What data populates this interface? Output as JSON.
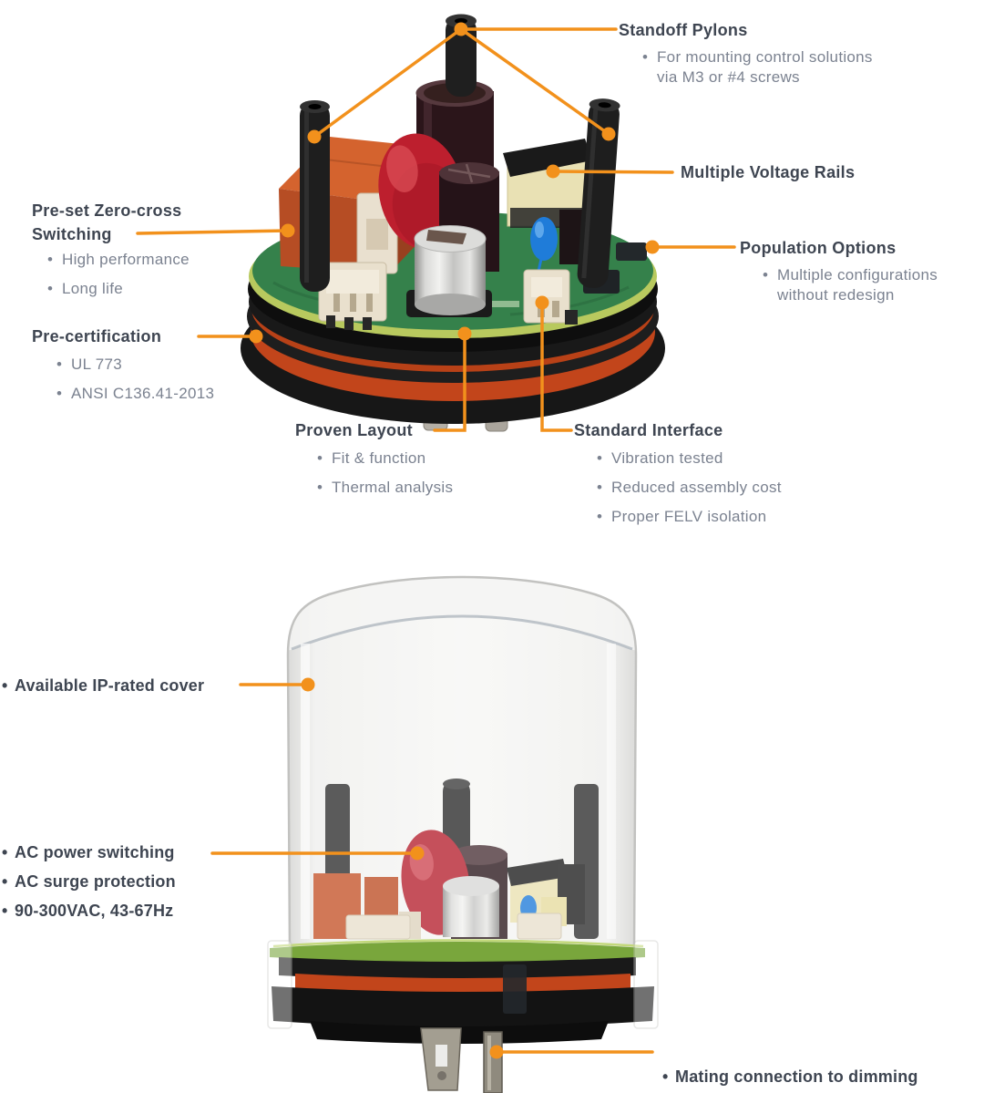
{
  "palette": {
    "orange": "#f2911c",
    "heading": "#3e4551",
    "body": "#7b8290",
    "pcb_green": "#35814b",
    "gasket_orange": "#c2451b",
    "relay_orange": "#d4632e",
    "varistor_red": "#bd1f2e",
    "capacitor_blue": "#1f7cd9"
  },
  "figure_top": {
    "callouts": {
      "standoff_pylons": {
        "title": "Standoff Pylons",
        "bullets": [
          "For mounting control solutions\nvia M3 or #4 screws"
        ]
      },
      "multiple_voltage_rails": {
        "title": "Multiple Voltage Rails"
      },
      "population_options": {
        "title": "Population Options",
        "bullets": [
          "Multiple configurations\nwithout redesign"
        ]
      },
      "preset_zero_cross": {
        "title": "Pre-set Zero-cross\nSwitching",
        "bullets": [
          "High performance",
          "Long life"
        ]
      },
      "pre_certification": {
        "title": "Pre-certification",
        "bullets": [
          "UL 773",
          "ANSI C136.41-2013"
        ]
      },
      "proven_layout": {
        "title": "Proven Layout",
        "bullets": [
          "Fit & function",
          "Thermal analysis"
        ]
      },
      "standard_interface": {
        "title": "Standard Interface",
        "bullets": [
          "Vibration tested",
          "Reduced assembly cost",
          "Proper FELV isolation"
        ]
      }
    }
  },
  "figure_bottom": {
    "callouts": {
      "ip_cover": {
        "label": "Available IP-rated cover"
      },
      "ac_features": {
        "items": [
          "AC power switching",
          "AC surge protection",
          "90-300VAC, 43-67Hz"
        ]
      },
      "mating": {
        "label": "Mating connection to dimming\nreceptacle (NEMA/ANSI)"
      }
    }
  }
}
